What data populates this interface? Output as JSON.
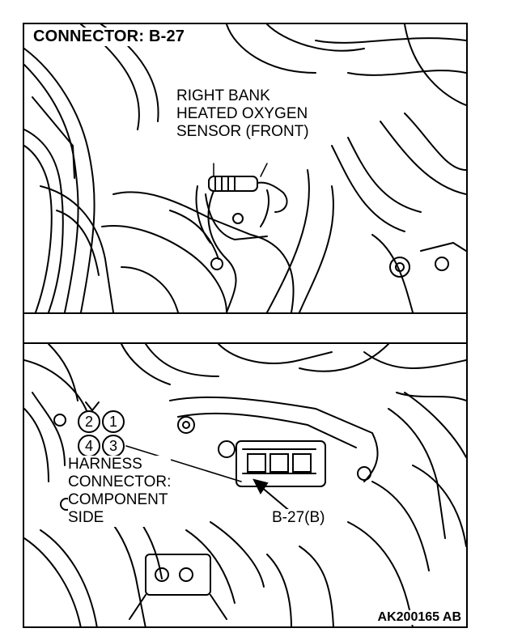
{
  "title": "CONNECTOR: B-27",
  "sensor_label": [
    "RIGHT BANK",
    "HEATED OXYGEN",
    "SENSOR (FRONT)"
  ],
  "harness_label": [
    "HARNESS",
    "CONNECTOR:",
    "COMPONENT",
    "SIDE"
  ],
  "connector_callout": "B-27(B)",
  "connector_pins": [
    "2",
    "1",
    "4",
    "3"
  ],
  "figure_code": "AK200165 AB"
}
